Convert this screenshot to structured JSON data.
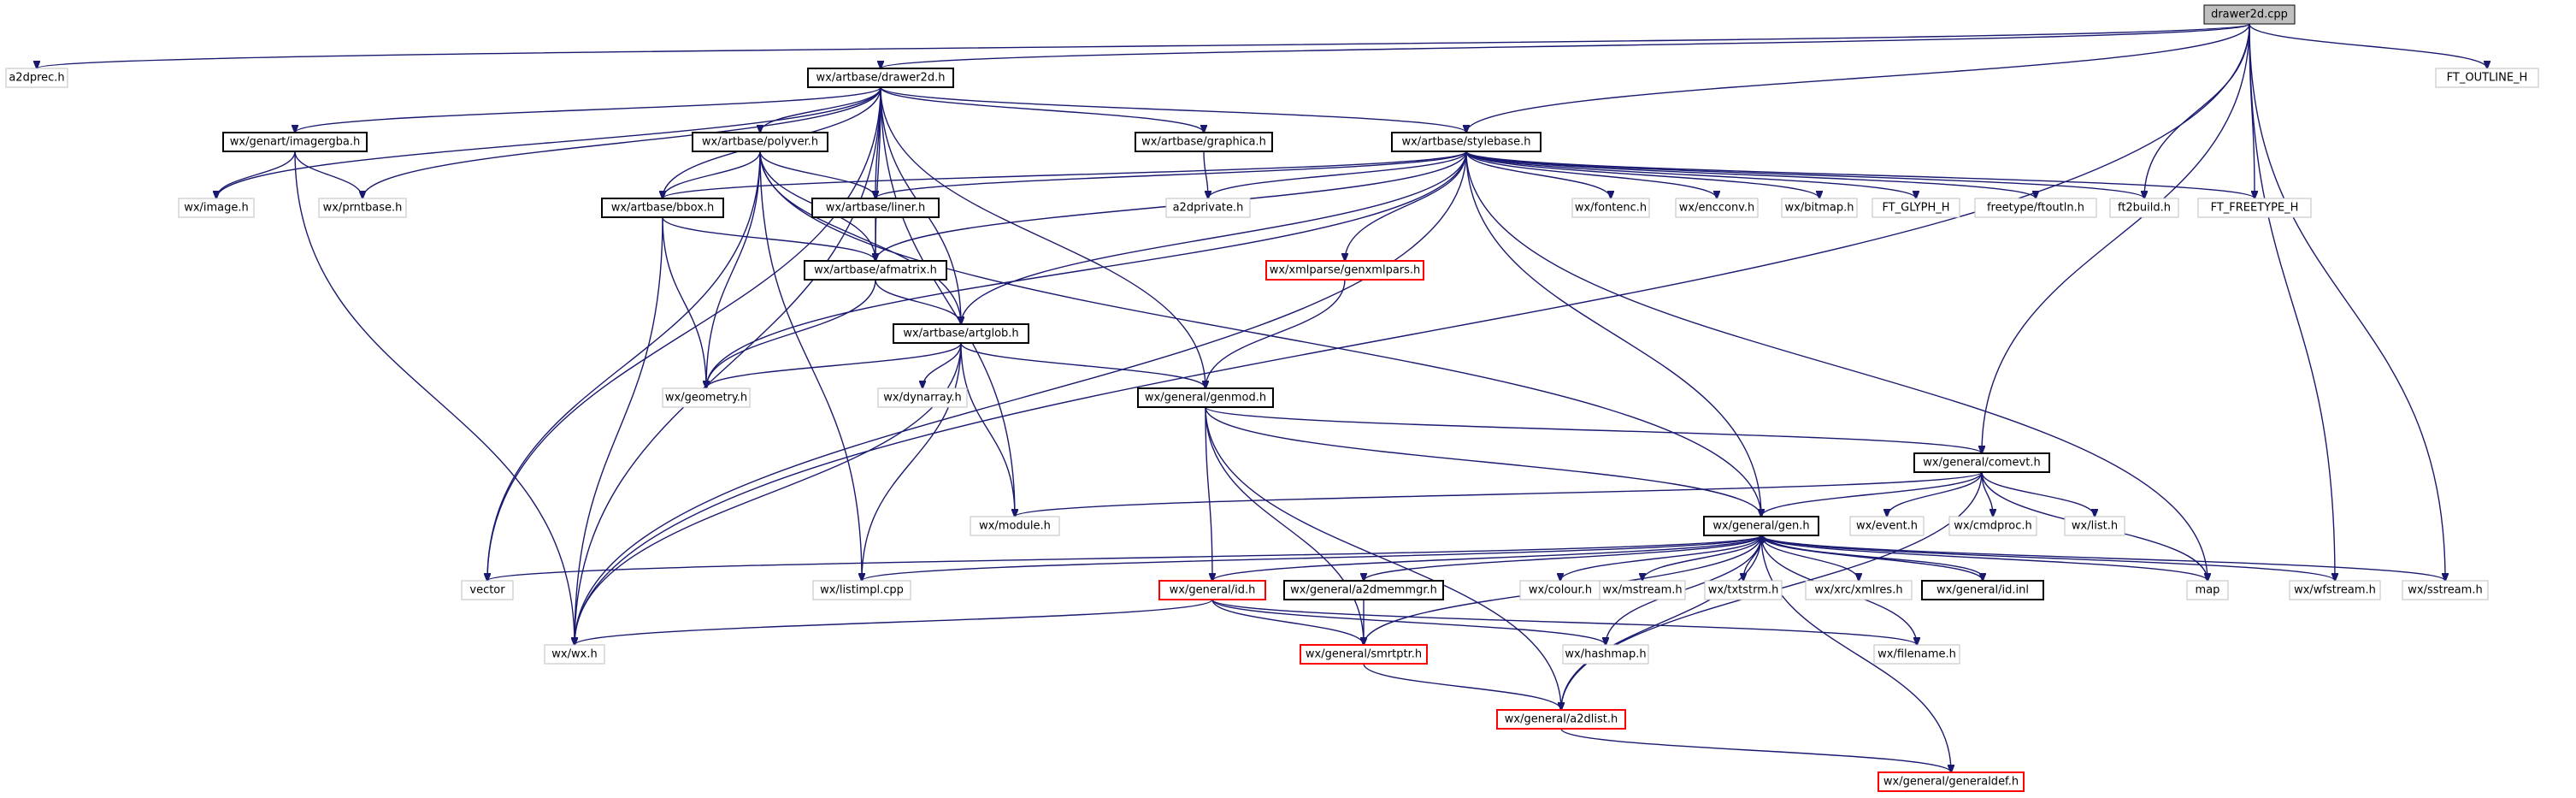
{
  "graph": {
    "colors": {
      "edge": "#191970",
      "documented_border": "#000000",
      "external_border": "#bfbfbf",
      "truncated_border": "#ff0000",
      "root_fill": "#bfbfbf"
    },
    "nodes": [
      {
        "id": "drawer2d_cpp",
        "label": "drawer2d.cpp",
        "kind": "root"
      },
      {
        "id": "a2dprec_h",
        "label": "a2dprec.h",
        "kind": "ext"
      },
      {
        "id": "drawer2d_h",
        "label": "wx/artbase/drawer2d.h",
        "kind": "doc"
      },
      {
        "id": "ft_outline_h",
        "label": "FT_OUTLINE_H",
        "kind": "ext"
      },
      {
        "id": "imagergba_h",
        "label": "wx/genart/imagergba.h",
        "kind": "doc"
      },
      {
        "id": "polyver_h",
        "label": "wx/artbase/polyver.h",
        "kind": "doc"
      },
      {
        "id": "graphica_h",
        "label": "wx/artbase/graphica.h",
        "kind": "doc"
      },
      {
        "id": "stylebase_h",
        "label": "wx/artbase/stylebase.h",
        "kind": "doc"
      },
      {
        "id": "image_h",
        "label": "wx/image.h",
        "kind": "ext"
      },
      {
        "id": "prntbase_h",
        "label": "wx/prntbase.h",
        "kind": "ext"
      },
      {
        "id": "bbox_h",
        "label": "wx/artbase/bbox.h",
        "kind": "doc"
      },
      {
        "id": "liner_h",
        "label": "wx/artbase/liner.h",
        "kind": "doc"
      },
      {
        "id": "a2dprivate_h",
        "label": "a2dprivate.h",
        "kind": "ext"
      },
      {
        "id": "fontenc_h",
        "label": "wx/fontenc.h",
        "kind": "ext"
      },
      {
        "id": "encconv_h",
        "label": "wx/encconv.h",
        "kind": "ext"
      },
      {
        "id": "bitmap_h",
        "label": "wx/bitmap.h",
        "kind": "ext"
      },
      {
        "id": "ft_glyph_h",
        "label": "FT_GLYPH_H",
        "kind": "ext"
      },
      {
        "id": "ftoutln_h",
        "label": "freetype/ftoutln.h",
        "kind": "ext"
      },
      {
        "id": "ft2build_h",
        "label": "ft2build.h",
        "kind": "ext"
      },
      {
        "id": "ft_freetype_h",
        "label": "FT_FREETYPE_H",
        "kind": "ext"
      },
      {
        "id": "afmatrix_h",
        "label": "wx/artbase/afmatrix.h",
        "kind": "doc"
      },
      {
        "id": "genxmlpars_h",
        "label": "wx/xmlparse/genxmlpars.h",
        "kind": "red"
      },
      {
        "id": "artglob_h",
        "label": "wx/artbase/artglob.h",
        "kind": "doc"
      },
      {
        "id": "geometry_h",
        "label": "wx/geometry.h",
        "kind": "ext"
      },
      {
        "id": "dynarray_h",
        "label": "wx/dynarray.h",
        "kind": "ext"
      },
      {
        "id": "genmod_h",
        "label": "wx/general/genmod.h",
        "kind": "doc"
      },
      {
        "id": "comevt_h",
        "label": "wx/general/comevt.h",
        "kind": "doc"
      },
      {
        "id": "module_h",
        "label": "wx/module.h",
        "kind": "ext"
      },
      {
        "id": "gen_h",
        "label": "wx/general/gen.h",
        "kind": "doc"
      },
      {
        "id": "event_h",
        "label": "wx/event.h",
        "kind": "ext"
      },
      {
        "id": "cmdproc_h",
        "label": "wx/cmdproc.h",
        "kind": "ext"
      },
      {
        "id": "list_h",
        "label": "wx/list.h",
        "kind": "ext"
      },
      {
        "id": "vector",
        "label": "vector",
        "kind": "ext"
      },
      {
        "id": "listimpl_cpp",
        "label": "wx/listimpl.cpp",
        "kind": "ext"
      },
      {
        "id": "id_h",
        "label": "wx/general/id.h",
        "kind": "red"
      },
      {
        "id": "a2dmemmgr_h",
        "label": "wx/general/a2dmemmgr.h",
        "kind": "doc"
      },
      {
        "id": "colour_h",
        "label": "wx/colour.h",
        "kind": "ext"
      },
      {
        "id": "mstream_h",
        "label": "wx/mstream.h",
        "kind": "ext"
      },
      {
        "id": "txtstrm_h",
        "label": "wx/txtstrm.h",
        "kind": "ext"
      },
      {
        "id": "xmlres_h",
        "label": "wx/xrc/xmlres.h",
        "kind": "ext"
      },
      {
        "id": "id_inl",
        "label": "wx/general/id.inl",
        "kind": "doc"
      },
      {
        "id": "map",
        "label": "map",
        "kind": "ext"
      },
      {
        "id": "wfstream_h",
        "label": "wx/wfstream.h",
        "kind": "ext"
      },
      {
        "id": "sstream_h",
        "label": "wx/sstream.h",
        "kind": "ext"
      },
      {
        "id": "wx_h",
        "label": "wx/wx.h",
        "kind": "ext"
      },
      {
        "id": "smrtptr_h",
        "label": "wx/general/smrtptr.h",
        "kind": "red"
      },
      {
        "id": "hashmap_h",
        "label": "wx/hashmap.h",
        "kind": "ext"
      },
      {
        "id": "filename_h",
        "label": "wx/filename.h",
        "kind": "ext"
      },
      {
        "id": "a2dlist_h",
        "label": "wx/general/a2dlist.h",
        "kind": "red"
      },
      {
        "id": "generaldef_h",
        "label": "wx/general/generaldef.h",
        "kind": "red"
      }
    ],
    "edges": [
      [
        "drawer2d_cpp",
        "a2dprec_h"
      ],
      [
        "drawer2d_cpp",
        "drawer2d_h"
      ],
      [
        "drawer2d_cpp",
        "stylebase_h"
      ],
      [
        "drawer2d_cpp",
        "ft2build_h"
      ],
      [
        "drawer2d_cpp",
        "ft_freetype_h"
      ],
      [
        "drawer2d_cpp",
        "ft_outline_h"
      ],
      [
        "drawer2d_cpp",
        "comevt_h"
      ],
      [
        "drawer2d_cpp",
        "wfstream_h"
      ],
      [
        "drawer2d_cpp",
        "sstream_h"
      ],
      [
        "drawer2d_cpp",
        "wx_h"
      ],
      [
        "drawer2d_h",
        "imagergba_h"
      ],
      [
        "drawer2d_h",
        "polyver_h"
      ],
      [
        "drawer2d_h",
        "graphica_h"
      ],
      [
        "drawer2d_h",
        "stylebase_h"
      ],
      [
        "drawer2d_h",
        "image_h"
      ],
      [
        "drawer2d_h",
        "prntbase_h"
      ],
      [
        "drawer2d_h",
        "bbox_h"
      ],
      [
        "drawer2d_h",
        "liner_h"
      ],
      [
        "drawer2d_h",
        "afmatrix_h"
      ],
      [
        "drawer2d_h",
        "artglob_h"
      ],
      [
        "drawer2d_h",
        "vector"
      ],
      [
        "drawer2d_h",
        "module_h"
      ],
      [
        "drawer2d_h",
        "genmod_h"
      ],
      [
        "drawer2d_h",
        "wx_h"
      ],
      [
        "imagergba_h",
        "image_h"
      ],
      [
        "imagergba_h",
        "prntbase_h"
      ],
      [
        "imagergba_h",
        "wx_h"
      ],
      [
        "polyver_h",
        "bbox_h"
      ],
      [
        "polyver_h",
        "liner_h"
      ],
      [
        "polyver_h",
        "afmatrix_h"
      ],
      [
        "polyver_h",
        "artglob_h"
      ],
      [
        "polyver_h",
        "geometry_h"
      ],
      [
        "polyver_h",
        "vector"
      ],
      [
        "polyver_h",
        "listimpl_cpp"
      ],
      [
        "polyver_h",
        "gen_h"
      ],
      [
        "graphica_h",
        "a2dprivate_h"
      ],
      [
        "stylebase_h",
        "bbox_h"
      ],
      [
        "stylebase_h",
        "liner_h"
      ],
      [
        "stylebase_h",
        "a2dprivate_h"
      ],
      [
        "stylebase_h",
        "fontenc_h"
      ],
      [
        "stylebase_h",
        "encconv_h"
      ],
      [
        "stylebase_h",
        "bitmap_h"
      ],
      [
        "stylebase_h",
        "ft_glyph_h"
      ],
      [
        "stylebase_h",
        "ftoutln_h"
      ],
      [
        "stylebase_h",
        "ft2build_h"
      ],
      [
        "stylebase_h",
        "ft_freetype_h"
      ],
      [
        "stylebase_h",
        "afmatrix_h"
      ],
      [
        "stylebase_h",
        "genxmlpars_h"
      ],
      [
        "stylebase_h",
        "artglob_h"
      ],
      [
        "stylebase_h",
        "geometry_h"
      ],
      [
        "stylebase_h",
        "gen_h"
      ],
      [
        "stylebase_h",
        "map"
      ],
      [
        "stylebase_h",
        "wx_h"
      ],
      [
        "bbox_h",
        "afmatrix_h"
      ],
      [
        "bbox_h",
        "geometry_h"
      ],
      [
        "bbox_h",
        "wx_h"
      ],
      [
        "liner_h",
        "afmatrix_h"
      ],
      [
        "afmatrix_h",
        "artglob_h"
      ],
      [
        "afmatrix_h",
        "geometry_h"
      ],
      [
        "genxmlpars_h",
        "genmod_h"
      ],
      [
        "artglob_h",
        "geometry_h"
      ],
      [
        "artglob_h",
        "dynarray_h"
      ],
      [
        "artglob_h",
        "genmod_h"
      ],
      [
        "artglob_h",
        "module_h"
      ],
      [
        "artglob_h",
        "listimpl_cpp"
      ],
      [
        "artglob_h",
        "wx_h"
      ],
      [
        "genmod_h",
        "comevt_h"
      ],
      [
        "genmod_h",
        "gen_h"
      ],
      [
        "genmod_h",
        "id_h"
      ],
      [
        "genmod_h",
        "smrtptr_h"
      ],
      [
        "genmod_h",
        "a2dlist_h"
      ],
      [
        "comevt_h",
        "gen_h"
      ],
      [
        "comevt_h",
        "module_h"
      ],
      [
        "comevt_h",
        "event_h"
      ],
      [
        "comevt_h",
        "cmdproc_h"
      ],
      [
        "comevt_h",
        "list_h"
      ],
      [
        "comevt_h",
        "map"
      ],
      [
        "comevt_h",
        "a2dlist_h"
      ],
      [
        "gen_h",
        "vector"
      ],
      [
        "gen_h",
        "listimpl_cpp"
      ],
      [
        "gen_h",
        "id_h"
      ],
      [
        "gen_h",
        "a2dmemmgr_h"
      ],
      [
        "gen_h",
        "colour_h"
      ],
      [
        "gen_h",
        "mstream_h"
      ],
      [
        "gen_h",
        "txtstrm_h"
      ],
      [
        "gen_h",
        "xmlres_h"
      ],
      [
        "gen_h",
        "id_inl"
      ],
      [
        "gen_h",
        "map"
      ],
      [
        "gen_h",
        "wfstream_h"
      ],
      [
        "gen_h",
        "sstream_h"
      ],
      [
        "gen_h",
        "smrtptr_h"
      ],
      [
        "gen_h",
        "hashmap_h"
      ],
      [
        "gen_h",
        "filename_h"
      ],
      [
        "gen_h",
        "a2dlist_h"
      ],
      [
        "gen_h",
        "generaldef_h"
      ],
      [
        "id_inl",
        "gen_h"
      ],
      [
        "id_h",
        "wx_h"
      ],
      [
        "id_h",
        "smrtptr_h"
      ],
      [
        "id_h",
        "hashmap_h"
      ],
      [
        "id_h",
        "filename_h"
      ],
      [
        "a2dmemmgr_h",
        "smrtptr_h"
      ],
      [
        "smrtptr_h",
        "a2dlist_h"
      ],
      [
        "a2dlist_h",
        "generaldef_h"
      ]
    ]
  }
}
